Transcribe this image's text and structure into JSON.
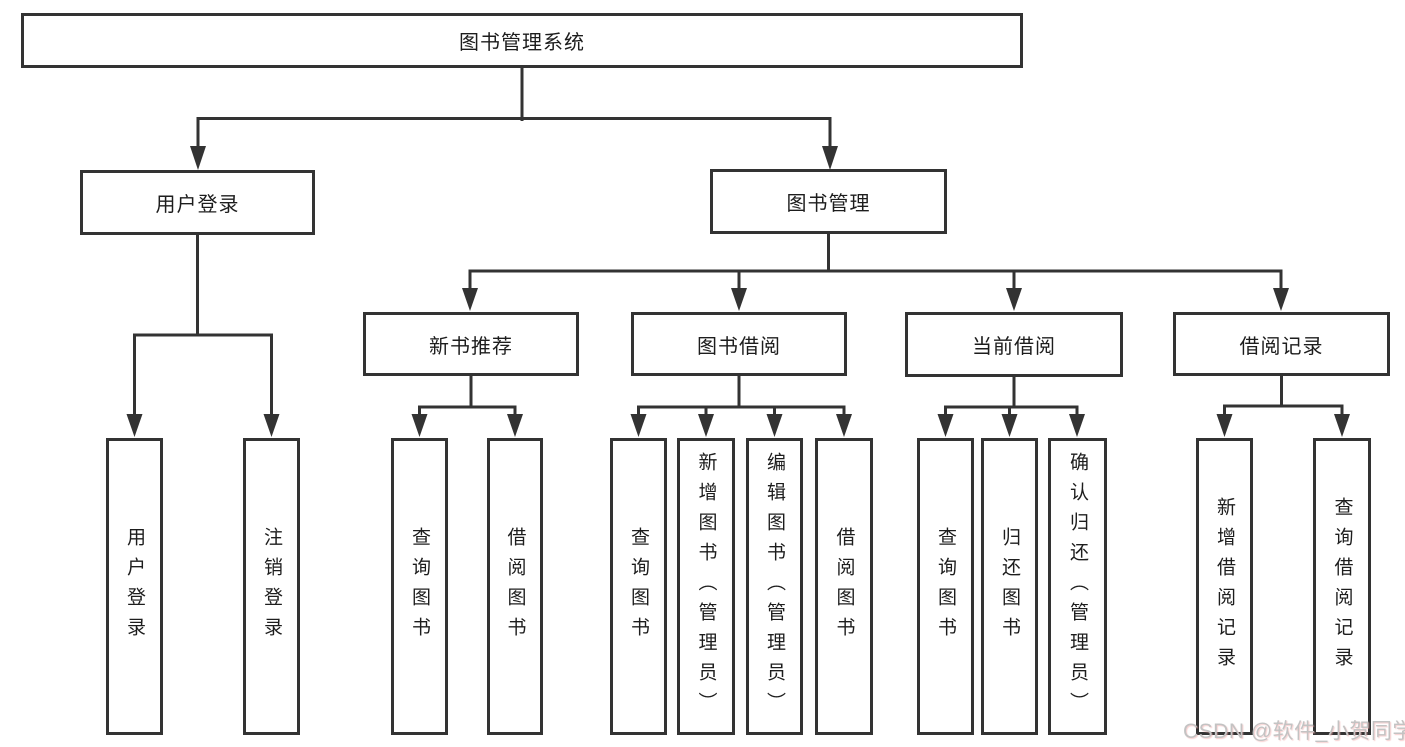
{
  "title": "图书管理系统",
  "level2": [
    {
      "label": "用户登录"
    },
    {
      "label": "图书管理"
    }
  ],
  "level3": [
    {
      "label": "新书推荐"
    },
    {
      "label": "图书借阅"
    },
    {
      "label": "当前借阅"
    },
    {
      "label": "借阅记录"
    }
  ],
  "leaves": [
    {
      "label": "用户登录"
    },
    {
      "label": "注销登录"
    },
    {
      "label": "查询图书"
    },
    {
      "label": "借阅图书"
    },
    {
      "label": "查询图书"
    },
    {
      "label": "新增图书（管理员）"
    },
    {
      "label": "编辑图书（管理员）"
    },
    {
      "label": "借阅图书"
    },
    {
      "label": "查询图书"
    },
    {
      "label": "归还图书"
    },
    {
      "label": "确认归还（管理员）"
    },
    {
      "label": "新增借阅记录"
    },
    {
      "label": "查询借阅记录"
    }
  ],
  "watermark": "CSDN @软件_小贺同学",
  "colors": {
    "line": "#333333",
    "text": "#1d1d1d",
    "watermark": "#c3c3c3",
    "background": "#ffffff"
  }
}
